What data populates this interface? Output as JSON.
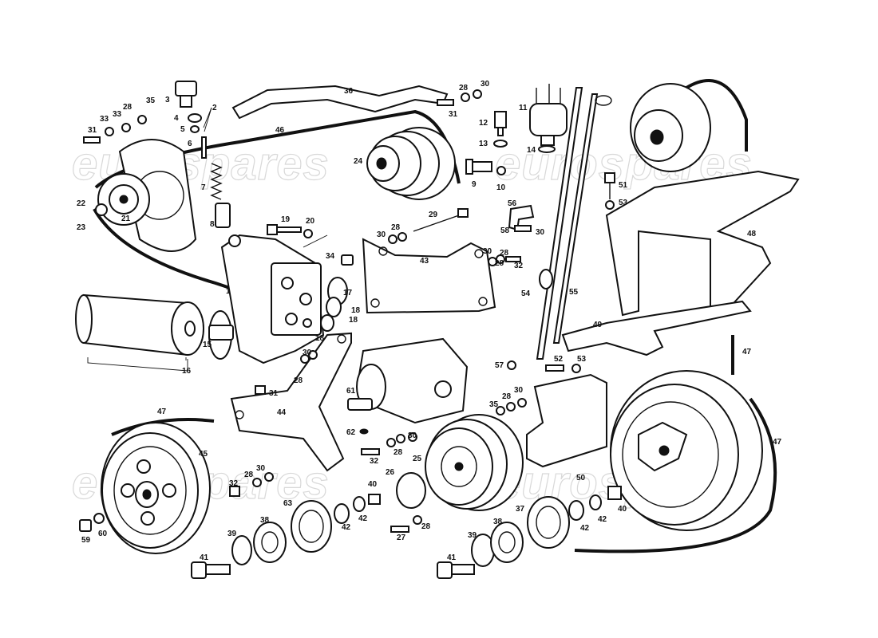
{
  "watermark": "eurospares",
  "callouts": [
    "1",
    "2",
    "3",
    "4",
    "5",
    "6",
    "7",
    "8",
    "9",
    "10",
    "11",
    "12",
    "13",
    "14",
    "15",
    "16",
    "17",
    "18",
    "19",
    "20",
    "21",
    "22",
    "23",
    "24",
    "25",
    "26",
    "27",
    "28",
    "29",
    "30",
    "31",
    "32",
    "33",
    "34",
    "35",
    "36",
    "37",
    "38",
    "39",
    "40",
    "41",
    "42",
    "43",
    "44",
    "45",
    "46",
    "47",
    "48",
    "49",
    "50",
    "51",
    "52",
    "53",
    "54",
    "55",
    "56",
    "57",
    "58",
    "59",
    "60",
    "61",
    "62",
    "63"
  ]
}
